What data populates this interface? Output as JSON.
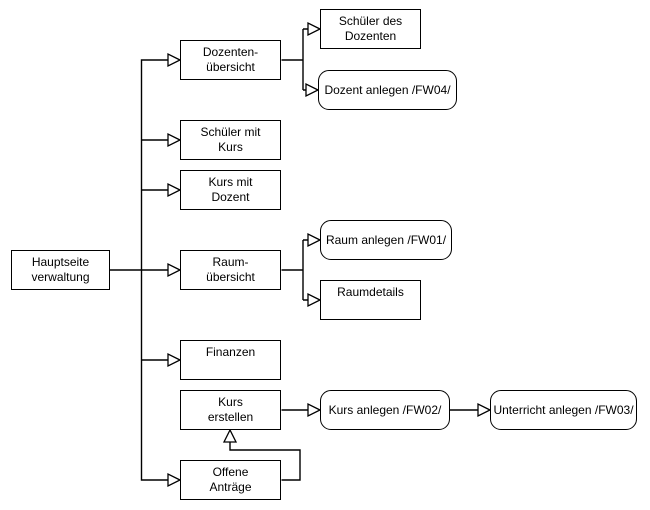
{
  "diagram": {
    "type": "flowchart-sitemap",
    "language": "de"
  },
  "colors": {
    "canvas_background": "#ffffff",
    "node_fill": "#ffffff",
    "node_border": "#000000",
    "connector": "#000000",
    "text": "#000000"
  },
  "nodes": {
    "hauptseite_verwaltung": {
      "label": "Hauptseite\nverwaltung",
      "shape": "rectangle"
    },
    "dozenten_uebersicht": {
      "label": "Dozenten-\nübersicht",
      "shape": "rectangle"
    },
    "schueler_des_dozenten": {
      "label": "Schüler des\nDozenten",
      "shape": "rectangle"
    },
    "dozent_anlegen_fw04": {
      "label": "Dozent anlegen /FW04/",
      "shape": "rounded"
    },
    "schueler_mit_kurs": {
      "label": "Schüler mit\nKurs",
      "shape": "rectangle"
    },
    "kurs_mit_dozent": {
      "label": "Kurs mit\nDozent",
      "shape": "rectangle"
    },
    "raum_uebersicht": {
      "label": "Raum-\nübersicht",
      "shape": "rectangle"
    },
    "raum_anlegen_fw01": {
      "label": "Raum anlegen /FW01/",
      "shape": "rounded"
    },
    "raumdetails": {
      "label": "Raumdetails",
      "shape": "rectangle"
    },
    "finanzen": {
      "label": "Finanzen",
      "shape": "rectangle"
    },
    "kurs_erstellen": {
      "label": "Kurs\nerstellen",
      "shape": "rectangle"
    },
    "offene_antraege": {
      "label": "Offene\nAnträge",
      "shape": "rectangle"
    },
    "kurs_anlegen_fw02": {
      "label": "Kurs anlegen /FW02/",
      "shape": "rounded"
    },
    "unterricht_anlegen_fw03": {
      "label": "Unterricht anlegen /FW03/",
      "shape": "rounded"
    }
  },
  "edges": [
    {
      "from": "hauptseite_verwaltung",
      "to": "dozenten_uebersicht",
      "arrow": "open-triangle"
    },
    {
      "from": "hauptseite_verwaltung",
      "to": "schueler_mit_kurs",
      "arrow": "open-triangle"
    },
    {
      "from": "hauptseite_verwaltung",
      "to": "kurs_mit_dozent",
      "arrow": "open-triangle"
    },
    {
      "from": "hauptseite_verwaltung",
      "to": "raum_uebersicht",
      "arrow": "open-triangle"
    },
    {
      "from": "hauptseite_verwaltung",
      "to": "finanzen",
      "arrow": "open-triangle"
    },
    {
      "from": "hauptseite_verwaltung",
      "to": "offene_antraege",
      "arrow": "open-triangle"
    },
    {
      "from": "dozenten_uebersicht",
      "to": "schueler_des_dozenten",
      "arrow": "open-triangle"
    },
    {
      "from": "dozenten_uebersicht",
      "to": "dozent_anlegen_fw04",
      "arrow": "open-triangle"
    },
    {
      "from": "raum_uebersicht",
      "to": "raum_anlegen_fw01",
      "arrow": "open-triangle"
    },
    {
      "from": "raum_uebersicht",
      "to": "raumdetails",
      "arrow": "open-triangle"
    },
    {
      "from": "kurs_erstellen",
      "to": "kurs_anlegen_fw02",
      "arrow": "open-triangle"
    },
    {
      "from": "kurs_anlegen_fw02",
      "to": "unterricht_anlegen_fw03",
      "arrow": "open-triangle"
    },
    {
      "from": "offene_antraege",
      "to": "kurs_erstellen",
      "arrow": "open-triangle"
    }
  ]
}
